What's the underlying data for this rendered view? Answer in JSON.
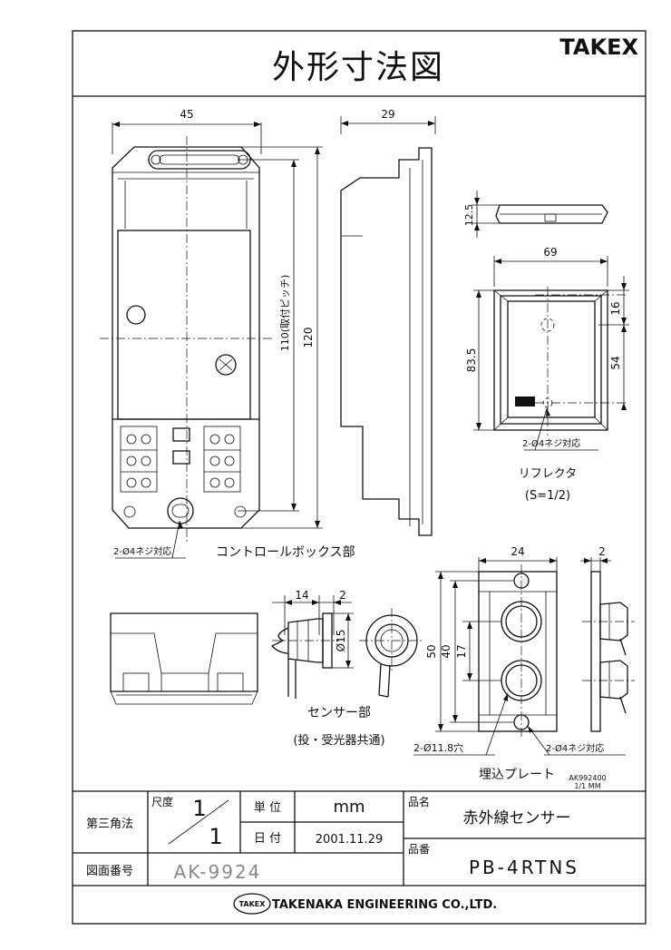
{
  "sheet": {
    "title": "外形寸法図",
    "brand": "TAKEX",
    "company_logo": "TAKEX",
    "company": "TAKENAKA ENGINEERING CO.,LTD."
  },
  "control_box": {
    "dim_width": "45",
    "dim_pitch": "110(取付ピッチ)",
    "dim_height": "120",
    "screw_note": "2-Ø4ネジ対応",
    "label": "コントロールボックス部"
  },
  "side_view": {
    "dim_depth": "29"
  },
  "reflector": {
    "dim_thickness": "12.5",
    "dim_width": "69",
    "dim_height": "83.5",
    "dim_top": "16",
    "dim_pitch": "54",
    "screw_note": "2-Ø4ネジ対応",
    "label": "リフレクタ",
    "scale": "(S=1/2)"
  },
  "sensor": {
    "dim_length": "14",
    "dim_flange": "2",
    "dim_diameter": "Ø15",
    "label": "センサー部",
    "sublabel": "(投・受光器共通)"
  },
  "plate": {
    "dim_width": "24",
    "dim_thickness": "2",
    "dim_height": "50",
    "dim_pitch": "40",
    "dim_center": "17",
    "hole_note": "2-Ø11.8穴",
    "screw_note": "2-Ø4ネジ対応",
    "label": "埋込プレート"
  },
  "drawing_code": [
    "AK992400",
    "1/1 MM"
  ],
  "title_block": {
    "projection": "第三角法",
    "scale_label": "尺度",
    "scale_num": "1",
    "scale_den": "1",
    "unit_label": "単 位",
    "unit_value": "mm",
    "date_label": "日 付",
    "date_value": "2001.11.29",
    "name_label": "品名",
    "name_value": "赤外線センサー",
    "number_label": "品番",
    "number_value": "PB-4RTNS",
    "drawing_no_label": "図面番号",
    "drawing_no_value": "AK-9924"
  }
}
